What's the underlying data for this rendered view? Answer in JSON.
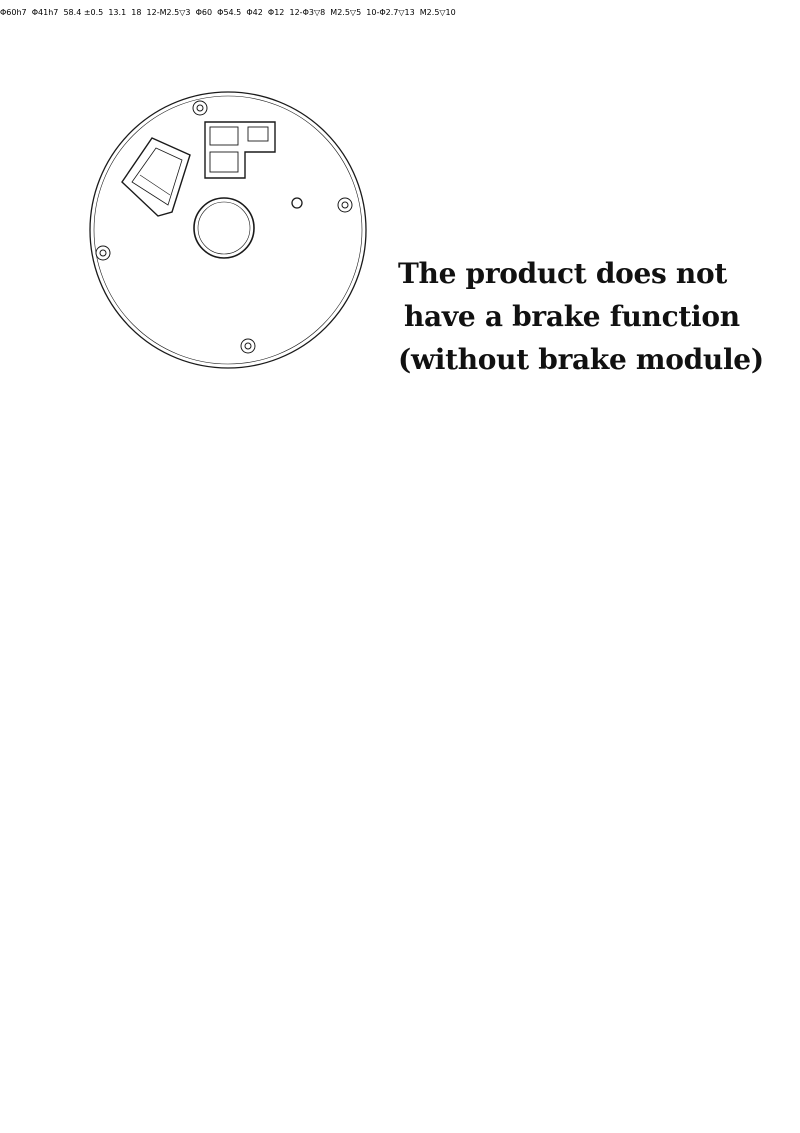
{
  "headline": {
    "line1": "The product does not",
    "line2": "have a brake function",
    "line3": "(without brake module)"
  },
  "side_view": {
    "dim_top_outer": "Φ60h7",
    "dim_top_inner": "Φ41h7",
    "dim_height_total": "58.4 ±0.5",
    "dim_top_step": "13.1",
    "dim_mid_step": "18",
    "dim_holes": "12-M2.5▽3",
    "dim_bottom": "Φ60"
  },
  "bottom_view": {
    "dim_outer": "Φ54.5",
    "dim_pcd": "Φ42",
    "dim_bore": "Φ12",
    "callout_a_1": "12-Φ3▽8",
    "callout_a_2": "M2.5▽5",
    "callout_b_1": "10-Φ2.7▽13",
    "callout_b_2": "M2.5▽10"
  },
  "colors": {
    "line": "#1a1a1a",
    "text": "#111111"
  }
}
